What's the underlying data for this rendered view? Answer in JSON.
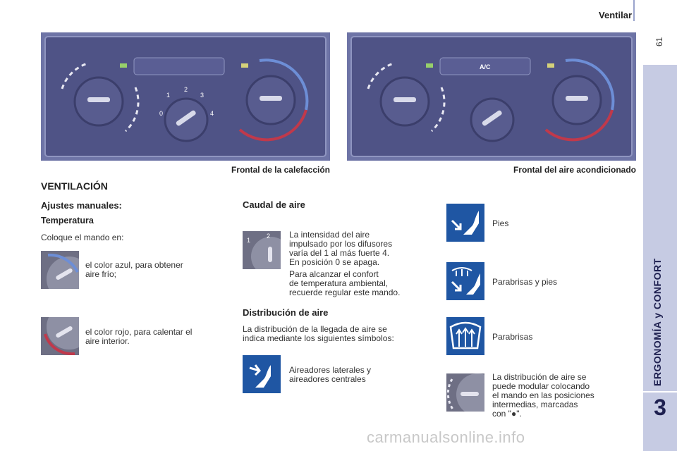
{
  "header": {
    "title": "Ventilar",
    "page_number": "61"
  },
  "sidebar": {
    "label": "ERGONOMÍA y CONFORT",
    "chapter": "3"
  },
  "panels": {
    "left_caption": "Frontal de la calefacción",
    "right_caption": "Frontal del aire acondicionado",
    "ac_label": "A/C",
    "fan_numbers": [
      "0",
      "1",
      "2",
      "3",
      "4"
    ]
  },
  "ventilacion": {
    "title": "VENTILACIÓN",
    "ajustes": "Ajustes manuales:",
    "temperatura": "Temperatura",
    "coloque": "Coloque el mando en:",
    "azul": [
      "el color azul, para obtener",
      "aire frío;"
    ],
    "rojo": [
      "el color rojo, para calentar el",
      "aire interior."
    ]
  },
  "caudal": {
    "title": "Caudal de aire",
    "p1": [
      "La intensidad del aire",
      "impulsado por los difusores",
      "varía del 1 al más fuerte 4.",
      "En posición 0 se apaga."
    ],
    "p2": [
      "Para alcanzar el confort",
      "de temperatura ambiental,",
      "recuerde regular este mando."
    ]
  },
  "distribucion": {
    "title": "Distribución de aire",
    "intro": [
      "La distribución de la llegada de aire se",
      "indica mediante los siguientes símbolos:"
    ],
    "aireadores": [
      "Aireadores laterales y",
      "aireadores centrales"
    ]
  },
  "symbols": {
    "pies": "Pies",
    "parabrisas_pies": "Parabrisas y pies",
    "parabrisas": "Parabrisas",
    "modular": [
      "La distribución de aire se",
      "puede modular colocando",
      "el mando en las posiciones",
      "intermedias, marcadas",
      "con \"●\"."
    ]
  },
  "watermark": "carmanualsonline.info",
  "colors": {
    "panel": "#6e74a6",
    "symbol_bg": "#1f56a3",
    "sidebar": "#c6cbe3",
    "cold": "#6d8ed6",
    "hot": "#c0394b"
  }
}
